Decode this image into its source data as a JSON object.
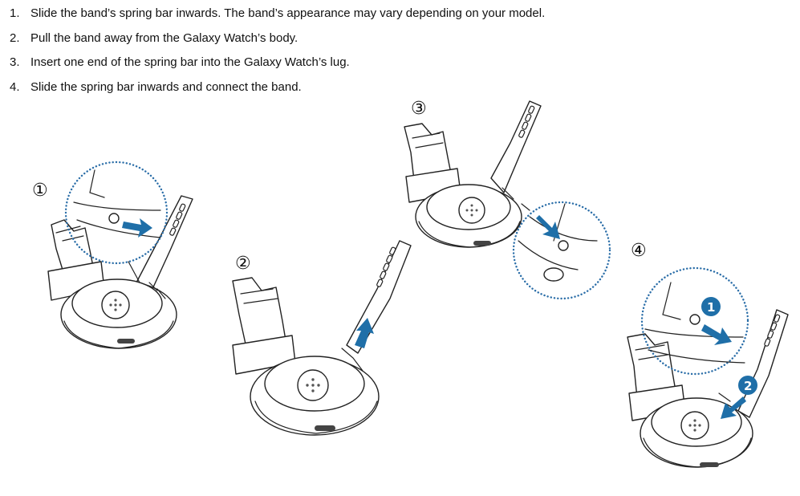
{
  "instructions": [
    {
      "number": "1.",
      "text": "Slide the band’s spring bar inwards. The band’s appearance may vary depending on your model."
    },
    {
      "number": "2.",
      "text": "Pull the band away from the Galaxy Watch’s body."
    },
    {
      "number": "3.",
      "text": "Insert one end of the spring bar into the Galaxy Watch’s lug."
    },
    {
      "number": "4.",
      "text": "Slide the spring bar inwards and connect the band."
    }
  ],
  "figure_markers": [
    "①",
    "②",
    "③",
    "④"
  ],
  "sub_step_badges": [
    "1",
    "2"
  ],
  "colors": {
    "accent": "#1f6fa8",
    "zoom_circle": "#2b6ea8",
    "line_art": "#222222"
  }
}
